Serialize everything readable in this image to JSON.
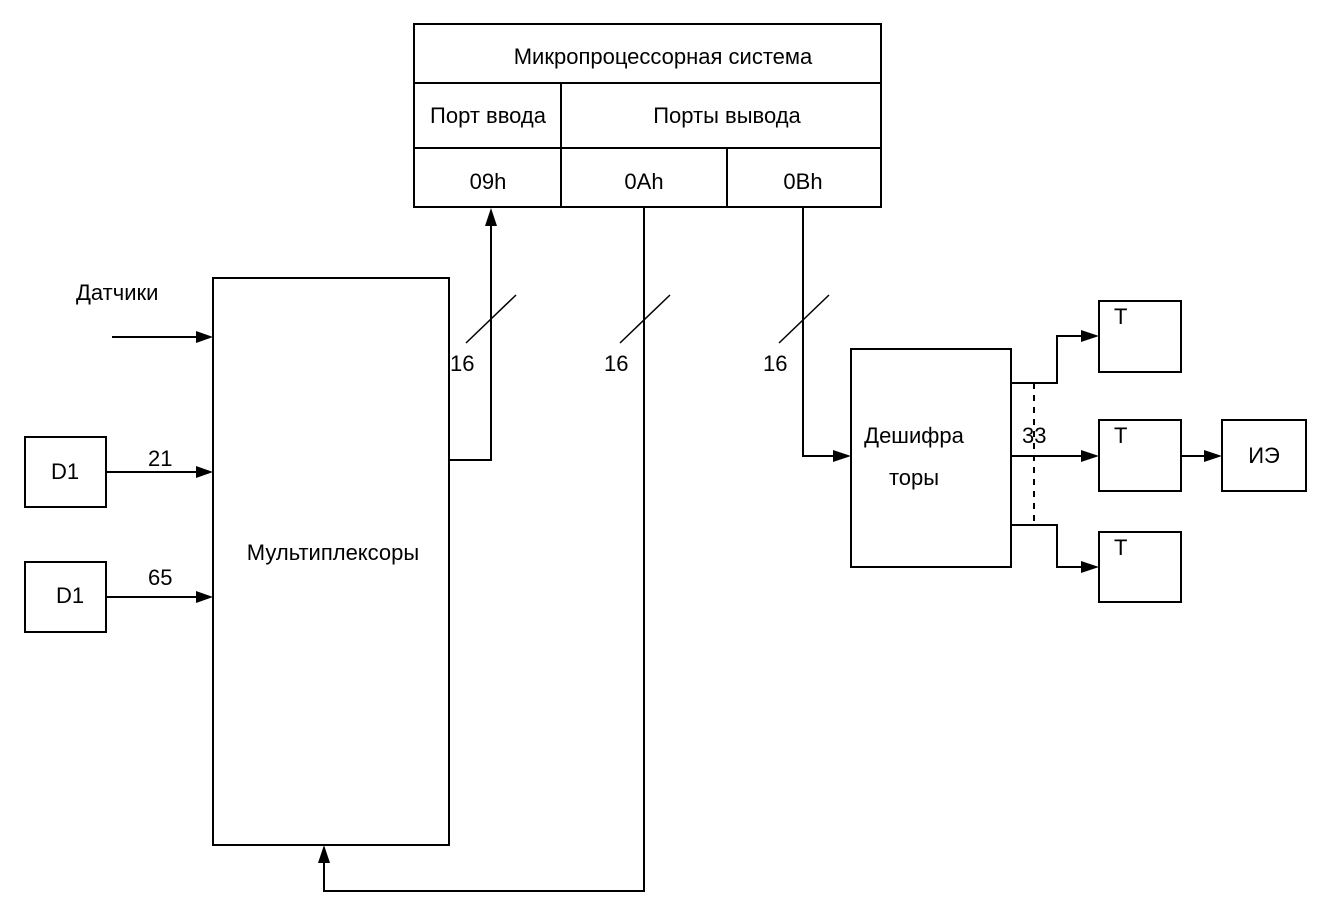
{
  "mps": {
    "title": "Микропроцессорная система",
    "input_port_label": "Порт ввода",
    "output_ports_label": "Порты вывода",
    "port_09h": "09h",
    "port_0ah": "0Ah",
    "port_0bh": "0Bh"
  },
  "sensors_label": "Датчики",
  "sensor_1": {
    "label": "D1",
    "line_count": "21"
  },
  "sensor_2": {
    "label": "D1",
    "line_count": "65"
  },
  "mux": {
    "label": "Мультиплексоры"
  },
  "decoder": {
    "label_line1": "Дешифра",
    "label_line2": "торы",
    "output_count": "33"
  },
  "buses": {
    "input_bus_width": "16",
    "select_bus_width": "16",
    "decoder_bus_width": "16"
  },
  "triggers": [
    "Т",
    "Т",
    "Т"
  ],
  "actuator": "ИЭ"
}
